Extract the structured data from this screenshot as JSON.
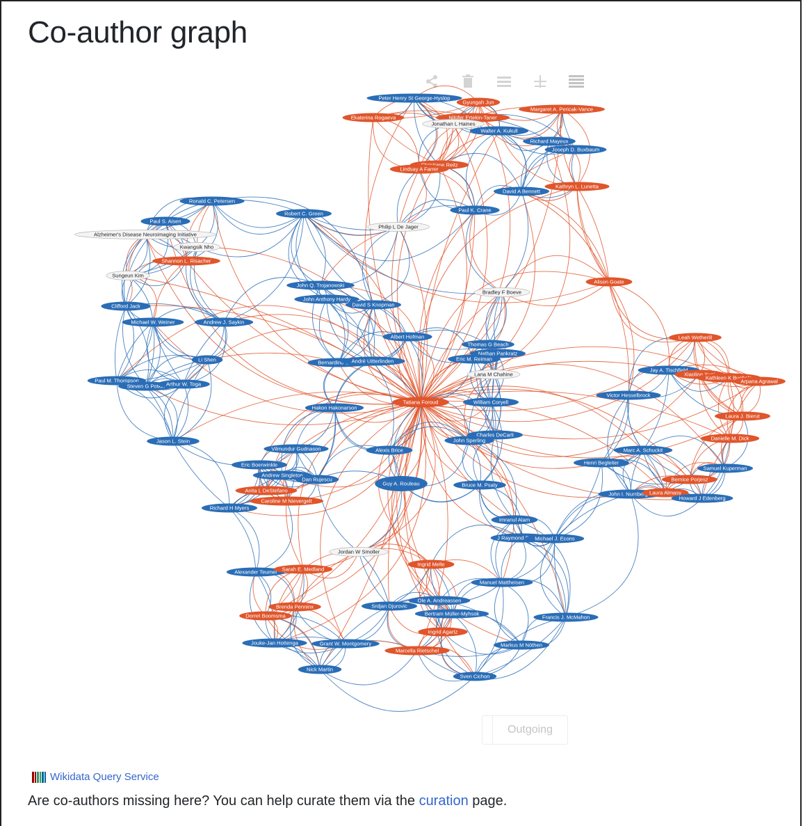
{
  "title": "Co-author graph",
  "colors": {
    "blue": "#2a6db6",
    "orange": "#e0552b",
    "white_node": "#f4f4f4",
    "link": "#3366cc"
  },
  "toolbar_icons": [
    "share-icon",
    "trash-icon",
    "stack-icon",
    "add-icon",
    "menu-icon"
  ],
  "graph": {
    "nodes": [
      {
        "id": "Tatiana Foroud",
        "color": "orange"
      },
      {
        "id": "Peter Henry St George-Hyslop",
        "color": "blue"
      },
      {
        "id": "Gyungah Jun",
        "color": "orange"
      },
      {
        "id": "Ekaterina Rogaeva",
        "color": "orange"
      },
      {
        "id": "Margaret A. Pericak-Vance",
        "color": "orange"
      },
      {
        "id": "Nilüfer Ertekin-Taner",
        "color": "orange"
      },
      {
        "id": "Jonathan L Haines",
        "color": "white"
      },
      {
        "id": "Walter A. Kukull",
        "color": "blue"
      },
      {
        "id": "Richard Mayeux",
        "color": "blue"
      },
      {
        "id": "Joseph D. Buxbaum",
        "color": "blue"
      },
      {
        "id": "Christiane Reitz",
        "color": "orange"
      },
      {
        "id": "Lindsay A Farrer",
        "color": "orange"
      },
      {
        "id": "David A Bennett",
        "color": "blue"
      },
      {
        "id": "Kathryn L. Lunetta",
        "color": "orange"
      },
      {
        "id": "Paul K. Crane",
        "color": "blue"
      },
      {
        "id": "Ronald C. Petersen",
        "color": "blue"
      },
      {
        "id": "Robert C. Green",
        "color": "blue"
      },
      {
        "id": "Paul S. Aisen",
        "color": "blue"
      },
      {
        "id": "Philip L De Jager",
        "color": "white"
      },
      {
        "id": "Alzheimer's Disease Neuroimaging Initiative",
        "color": "white"
      },
      {
        "id": "Kwangsik Nho",
        "color": "white"
      },
      {
        "id": "Shannon L. Risacher",
        "color": "orange"
      },
      {
        "id": "Sungeun Kim",
        "color": "white"
      },
      {
        "id": "Alison Goate",
        "color": "orange"
      },
      {
        "id": "John Q. Trojanowski",
        "color": "blue"
      },
      {
        "id": "Bradley F Boeve",
        "color": "white"
      },
      {
        "id": "John Anthony Hardy",
        "color": "blue"
      },
      {
        "id": "David S Knopman",
        "color": "blue"
      },
      {
        "id": "Clifford Jack",
        "color": "blue"
      },
      {
        "id": "Michael W. Weiner",
        "color": "blue"
      },
      {
        "id": "Andrew J. Saykin",
        "color": "blue"
      },
      {
        "id": "Albert Hofman",
        "color": "blue"
      },
      {
        "id": "Leah Wetherill",
        "color": "orange"
      },
      {
        "id": "Thomas G Beach",
        "color": "blue"
      },
      {
        "id": "Nathan Pankratz",
        "color": "blue"
      },
      {
        "id": "Eric M. Reiman",
        "color": "blue"
      },
      {
        "id": "Li Shen",
        "color": "blue"
      },
      {
        "id": "Bernardino Ghetti",
        "color": "blue"
      },
      {
        "id": "André Uitterlinden",
        "color": "blue"
      },
      {
        "id": "Jay A. Tischfield",
        "color": "blue"
      },
      {
        "id": "Xiaoling Xuei",
        "color": "orange"
      },
      {
        "id": "Kathleen K Bucholz",
        "color": "orange"
      },
      {
        "id": "Arpana Agrawal",
        "color": "orange"
      },
      {
        "id": "Lana M Chahine",
        "color": "white"
      },
      {
        "id": "Paul M. Thompson",
        "color": "blue"
      },
      {
        "id": "Steven G Potkin",
        "color": "blue"
      },
      {
        "id": "Arthur W. Toga",
        "color": "blue"
      },
      {
        "id": "William Coryell",
        "color": "blue"
      },
      {
        "id": "Victor Hesselbrock",
        "color": "blue"
      },
      {
        "id": "Hakon Hakonarson",
        "color": "blue"
      },
      {
        "id": "Laura J. Bierut",
        "color": "orange"
      },
      {
        "id": "Charles DeCarli",
        "color": "blue"
      },
      {
        "id": "John Sperling",
        "color": "blue"
      },
      {
        "id": "Danielle M. Dick",
        "color": "orange"
      },
      {
        "id": "Jason L. Stein",
        "color": "blue"
      },
      {
        "id": "Marc A. Schuckit",
        "color": "blue"
      },
      {
        "id": "Vilmundur Gudnason",
        "color": "blue"
      },
      {
        "id": "Alexis Brice",
        "color": "blue"
      },
      {
        "id": "Henri Begleiter",
        "color": "blue"
      },
      {
        "id": "Samuel Kuperman",
        "color": "blue"
      },
      {
        "id": "Eric Boerwinkle",
        "color": "blue"
      },
      {
        "id": "Andrew Singleton",
        "color": "blue"
      },
      {
        "id": "Dan Rujescu",
        "color": "blue"
      },
      {
        "id": "Guy A. Rouleau",
        "color": "blue"
      },
      {
        "id": "Bruce M. Psaty",
        "color": "blue"
      },
      {
        "id": "Bernice Porjesz",
        "color": "orange"
      },
      {
        "id": "Anita L DeStefano",
        "color": "orange"
      },
      {
        "id": "Caroline M Nievergelt",
        "color": "orange"
      },
      {
        "id": "John I. Nurnberger",
        "color": "blue"
      },
      {
        "id": "Laura Almasy",
        "color": "orange"
      },
      {
        "id": "Howard J Edenberg",
        "color": "blue"
      },
      {
        "id": "Richard H Myers",
        "color": "blue"
      },
      {
        "id": "Imranul Alam",
        "color": "blue"
      },
      {
        "id": "J Raymond DePaulo",
        "color": "blue"
      },
      {
        "id": "Michael J. Econs",
        "color": "blue"
      },
      {
        "id": "Jordan W Smoller",
        "color": "white"
      },
      {
        "id": "Ingrid Melle",
        "color": "orange"
      },
      {
        "id": "Alexander Teumer",
        "color": "blue"
      },
      {
        "id": "Sarah E. Medland",
        "color": "orange"
      },
      {
        "id": "Manuel Mattheisen",
        "color": "blue"
      },
      {
        "id": "Ole A. Andreassen",
        "color": "blue"
      },
      {
        "id": "Brenda Penninx",
        "color": "orange"
      },
      {
        "id": "Srdjan Djurovic",
        "color": "blue"
      },
      {
        "id": "Dorret Boomsma",
        "color": "orange"
      },
      {
        "id": "Bertram Müller-Myhsok",
        "color": "blue"
      },
      {
        "id": "Francis J. McMahon",
        "color": "blue"
      },
      {
        "id": "Ingrid Agartz",
        "color": "orange"
      },
      {
        "id": "Jouke-Jan Hottenga",
        "color": "blue"
      },
      {
        "id": "Grant W. Montgomery",
        "color": "blue"
      },
      {
        "id": "Marcella Rietschel",
        "color": "orange"
      },
      {
        "id": "Markus M Nöthen",
        "color": "blue"
      },
      {
        "id": "Nick Martin",
        "color": "blue"
      },
      {
        "id": "Sven Cichon",
        "color": "blue"
      }
    ],
    "labels": {
      "Tatiana Foroud": "Tatiana Foroud",
      "Peter Henry St George-Hyslop": "Peter Henry St George-Hyslop",
      "Gyungah Jun": "Gyungah Jun",
      "Ekaterina Rogaeva": "Ekaterina Rogaeva",
      "Margaret A. Pericak-Vance": "Margaret A. Pericak-Vance",
      "Nilüfer Ertekin-Taner": "Nilüfer Ertekin-Taner",
      "Jonathan L Haines": "Jonathan L Haines",
      "Walter A. Kukull": "Walter A. Kukull",
      "Richard Mayeux": "Richard Mayeux",
      "Joseph D. Buxbaum": "Joseph D. Buxbaum",
      "Christiane Reitz": "Christiane Reitz",
      "Lindsay A Farrer": "Lindsay A Farrer",
      "David A Bennett": "David A Bennett",
      "Kathryn L. Lunetta": "Kathryn L. Lunetta",
      "Paul K. Crane": "Paul K. Crane",
      "Ronald C. Petersen": "Ronald C. Petersen",
      "Robert C. Green": "Robert C. Green",
      "Paul S. Aisen": "Paul S. Aisen",
      "Philip L De Jager": "Philip L De Jager",
      "Alzheimer's Disease Neuroimaging Initiative": "Alzheimer's Disease Neuroimaging Initiative",
      "Kwangsik Nho": "Kwangsik Nho",
      "Shannon L. Risacher": "Shannon L. Risacher",
      "Sungeun Kim": "Sungeun Kim",
      "Alison Goate": "Alison Goate",
      "John Q. Trojanowski": "John Q. Trojanowski",
      "Bradley F Boeve": "Bradley F Boeve",
      "John Anthony Hardy": "John Anthony Hardy",
      "David S Knopman": "David S Knopman",
      "Clifford Jack": "Clifford Jack",
      "Michael W. Weiner": "Michael W. Weiner",
      "Andrew J. Saykin": "Andrew J. Saykin",
      "Albert Hofman": "Albert Hofman",
      "Leah Wetherill": "Leah Wetherill",
      "Thomas G Beach": "Thomas G Beach",
      "Nathan Pankratz": "Nathan Pankratz",
      "Eric M. Reiman": "Eric M. Reiman",
      "Li Shen": "Li Shen",
      "Bernardino Ghetti": "Bernardino Ghetti",
      "André Uitterlinden": "André Uitterlinden",
      "Jay A. Tischfield": "Jay A. Tischfield",
      "Xiaoling Xuei": "Xiaoling Xuei",
      "Kathleen K Bucholz": "Kathleen K Bucholz",
      "Arpana Agrawal": "Arpana Agrawal",
      "Lana M Chahine": "Lana M Chahine",
      "Paul M. Thompson": "Paul M. Thompson",
      "Steven G Potkin": "Steven G Potkin",
      "Arthur W. Toga": "Arthur W. Toga",
      "William Coryell": "William Coryell",
      "Victor Hesselbrock": "Victor Hesselbrock",
      "Hakon Hakonarson": "Hakon Hakonarson",
      "Laura J. Bierut": "Laura J. Bierut",
      "Charles DeCarli": "Charles DeCarli",
      "John Sperling": "John Sperling",
      "Danielle M. Dick": "Danielle M. Dick",
      "Jason L. Stein": "Jason L. Stein",
      "Marc A. Schuckit": "Marc A. Schuckit",
      "Vilmundur Gudnason": "Vilmundur Gudnason",
      "Alexis Brice": "Alexis Brice",
      "Henri Begleiter": "Henri Begleiter",
      "Samuel Kuperman": "Samuel Kuperman",
      "Eric Boerwinkle": "Eric Boerwinkle",
      "Andrew Singleton": "Andrew Singleton",
      "Dan Rujescu": "Dan Rujescu",
      "Guy A. Rouleau": "Guy A. Rouleau",
      "Bruce M. Psaty": "Bruce M. Psaty",
      "Bernice Porjesz": "Bernice Porjesz",
      "Anita L DeStefano": "Anita L DeStefano",
      "Caroline M Nievergelt": "Caroline M Nievergelt",
      "John I. Nurnberger": "John I. Nurnberger",
      "Laura Almasy": "Laura Almasy",
      "Howard J Edenberg": "Howard J Edenberg",
      "Richard H Myers": "Richard H Myers",
      "Imranul Alam": "Imranul Alam",
      "J Raymond DePaulo": "J Raymond DePaulo",
      "Michael J. Econs": "Michael J. Econs",
      "Jordan W Smoller": "Jordan W Smoller",
      "Ingrid Melle": "Ingrid Melle",
      "Alexander Teumer": "Alexander Teumer",
      "Sarah E. Medland": "Sarah E. Medland",
      "Manuel Mattheisen": "Manuel Mattheisen",
      "Ole A. Andreassen": "Ole A. Andreassen",
      "Brenda Penninx": "Brenda Penninx",
      "Srdjan Djurovic": "Srdjan Djurovic",
      "Dorret Boomsma": "Dorret Boomsma",
      "Bertram Müller-Myhsok": "Bertram Müller-Myhsok",
      "Francis J. McMahon": "Francis J. McMahon",
      "Ingrid Agartz": "Ingrid Agartz",
      "Jouke-Jan Hottenga": "Jouke-Jan Hottenga",
      "Grant W. Montgomery": "Grant W. Montgomery",
      "Marcella Rietschel": "Marcella Rietschel",
      "Markus M Nöthen": "Markus M Nöthen",
      "Nick Martin": "Nick Martin",
      "Sven Cichon": "Sven Cichon"
    }
  },
  "outgoing_toggle": {
    "label": "Outgoing"
  },
  "wdqs": {
    "label": "Wikidata Query Service"
  },
  "footer": {
    "before": "Are co-authors missing here? You can help curate them via the ",
    "link": "curation",
    "after": " page."
  }
}
